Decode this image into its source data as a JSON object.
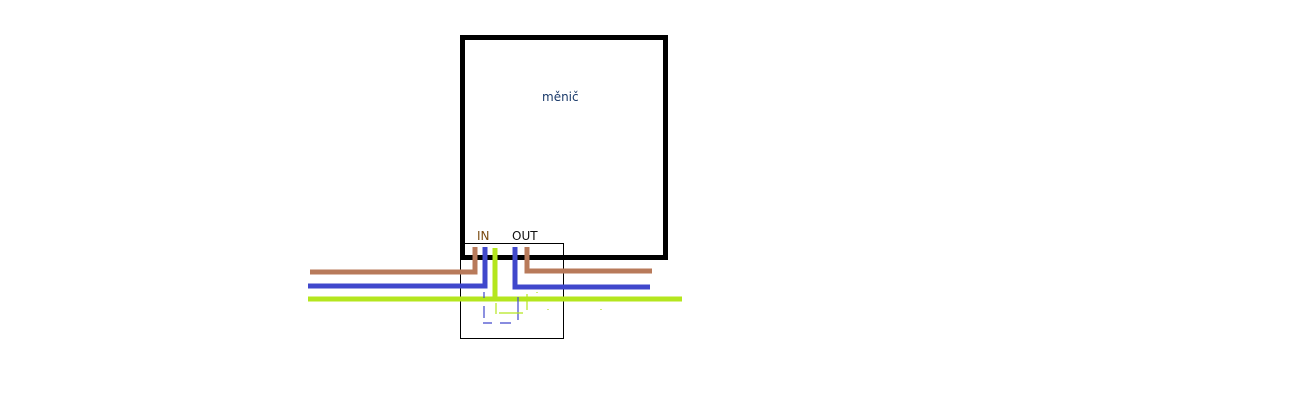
{
  "title": "měnič",
  "labels": {
    "in": "IN",
    "out": "OUT"
  },
  "colors": {
    "brown": "#b87a5a",
    "blue": "#4048cc",
    "green": "#b4e61e",
    "box": "#000000",
    "title": "#1a3a6a",
    "in_label": "#7a4a10"
  }
}
